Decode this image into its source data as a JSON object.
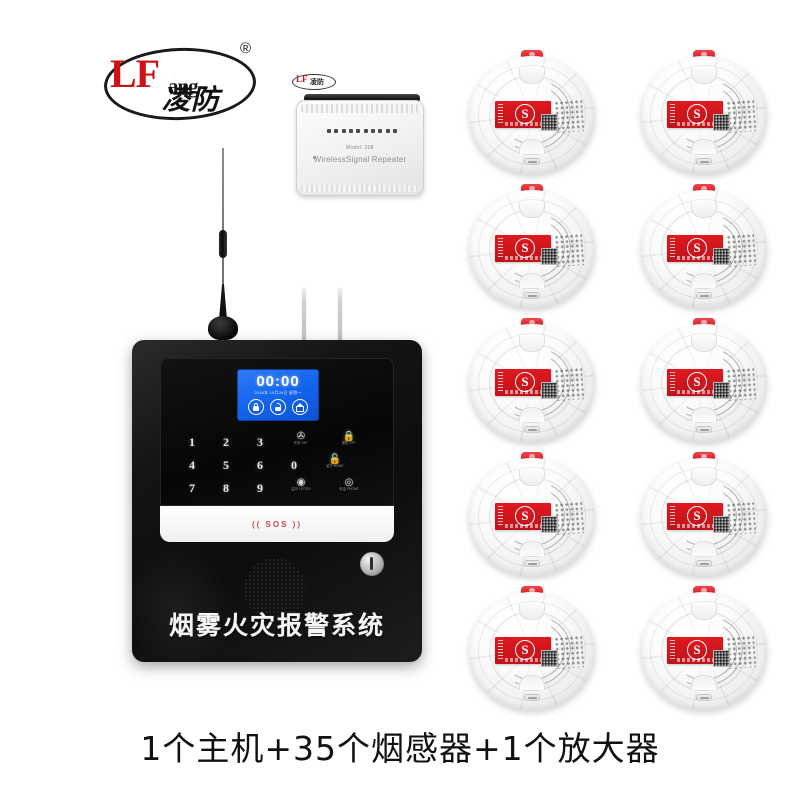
{
  "brand": {
    "latin_primary": "LF",
    "latin_secondary": "ang",
    "chinese": "凌防",
    "registered_mark": "®"
  },
  "repeater": {
    "brand_latin": "LF",
    "brand_chinese": "凌防",
    "model_text": "Model: 208",
    "name_text": "WirelessSignal Repeater",
    "led_count": 10
  },
  "control_panel": {
    "lcd": {
      "clock": "00:00",
      "status_line": "2018年 10月26日 星期一",
      "mode_icons": [
        {
          "name": "away-arm-icon",
          "glyph": "lock"
        },
        {
          "name": "partial-arm-icon",
          "glyph": "partial"
        },
        {
          "name": "home-arm-icon",
          "glyph": "home"
        }
      ]
    },
    "keypad": {
      "rows": [
        {
          "keys": [
            "1",
            "2",
            "3"
          ],
          "functions": [
            {
              "glyph": "✇",
              "label": "布防 SET"
            },
            {
              "glyph": "🔒",
              "label": "撤防 OFF"
            }
          ]
        },
        {
          "keys": [
            "4",
            "5",
            "6"
          ],
          "functions": [
            {
              "glyph": "0",
              "label": ""
            },
            {
              "glyph": "🔓",
              "label": "留守 HOME"
            }
          ]
        },
        {
          "keys": [
            "7",
            "8",
            "9"
          ],
          "functions": [
            {
              "glyph": "◉",
              "label": "监听 LISTEN"
            },
            {
              "glyph": "◎",
              "label": "电话 PHONE"
            }
          ]
        }
      ],
      "zero_key": "0"
    },
    "sos_label": "(( SOS ))",
    "title": "烟雾火灾报警系统",
    "lock_name": "key-lock"
  },
  "detectors": {
    "count": 10,
    "columns": 2,
    "rows": 5,
    "label": {
      "emblem_letter": "S",
      "color": "#d0141b"
    },
    "led_color": "#d81f26"
  },
  "caption": {
    "text": "1个主机+35个烟感器+1个放大器"
  },
  "colors": {
    "background": "#ffffff",
    "brand_red": "#cc1417",
    "panel_black": "#111111",
    "lcd_blue": "#1567ef",
    "label_red": "#d0141b"
  }
}
